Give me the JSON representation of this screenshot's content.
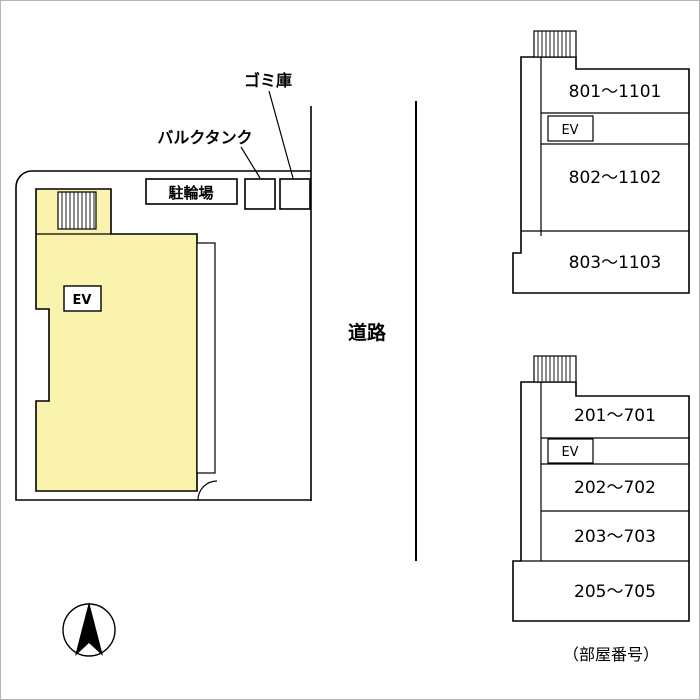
{
  "site": {
    "building_fill": "#faf3ad",
    "labels": {
      "garbage_store": "ゴミ庫",
      "bulk_tank": "バルクタンク",
      "bicycle_parking": "駐輪場",
      "road": "道路",
      "elevator": "EV"
    }
  },
  "upper_diagram": {
    "elevator": "EV",
    "rooms": [
      "801〜1101",
      "802〜1102",
      "803〜1103"
    ]
  },
  "lower_diagram": {
    "elevator": "EV",
    "rooms": [
      "201〜701",
      "202〜702",
      "203〜703",
      "205〜705"
    ]
  },
  "caption": "（部屋番号）"
}
